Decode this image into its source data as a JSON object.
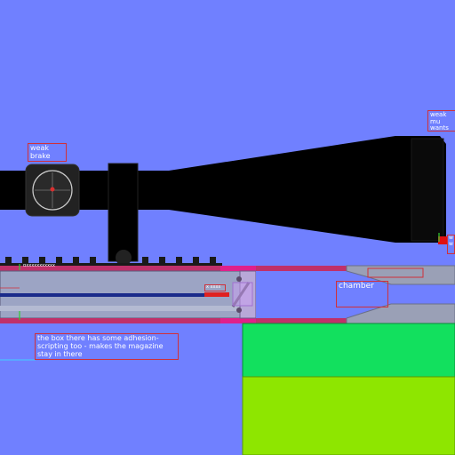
{
  "scene": {
    "background_color": "#7080ff",
    "scope_color": "#000000",
    "barrel_fill": "#9ca4c4",
    "rail_edge_color": "#c0306a",
    "green_block_color": "#12e05e",
    "lime_block_color": "#8ee600",
    "chamber_fill": "#9aa0b6",
    "label_border_color": "#d0303a"
  },
  "notes": {
    "brake_axle": "weak\nbrake axle",
    "cover": "weak mu\nwants to\ncover",
    "chamber": "chamber",
    "box_adhesion": "the box there has some adhesion-\nscripting too - makes the magazine\nstay in there",
    "rail_tiny": "Bxxxxxxxxxxx",
    "red_small": "x xxxx",
    "right_edge": "w\nw"
  },
  "icons": {
    "reticle": "crosshair-icon",
    "scope_knob": "knob-icon"
  }
}
